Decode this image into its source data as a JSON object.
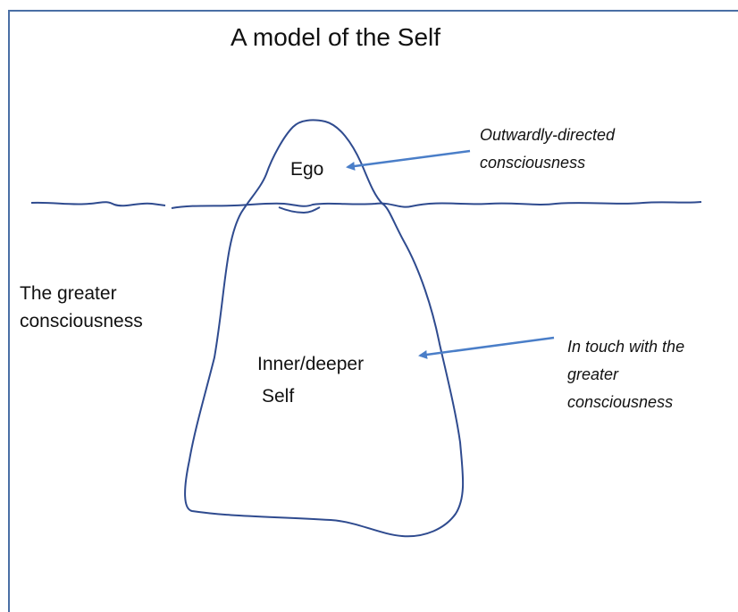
{
  "diagram": {
    "title": "A model of the Self",
    "labels": {
      "ego": "Ego",
      "greater_consciousness": [
        "The greater",
        "consciousness"
      ],
      "inner_self": [
        "Inner/deeper",
        "Self"
      ],
      "outward_note": [
        "Outwardly-directed",
        "consciousness"
      ],
      "in_touch_note": [
        "In touch with the",
        "greater",
        "consciousness"
      ]
    },
    "colors": {
      "frame": "#4a6fa5",
      "outline": "#2f4b8f",
      "arrow": "#4a7ec8",
      "text": "#111111"
    }
  }
}
